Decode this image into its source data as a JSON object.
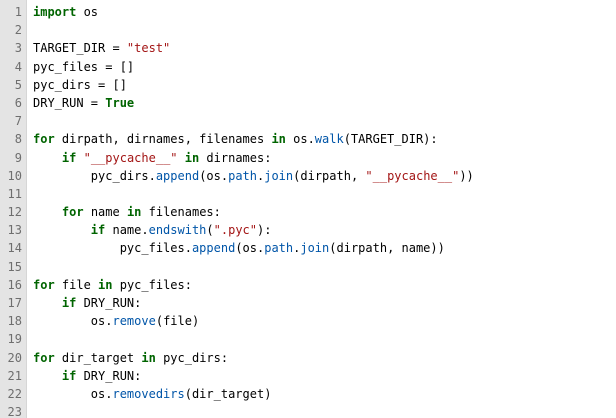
{
  "editor": {
    "colors": {
      "keyword": "#006400",
      "string": "#a31515",
      "function": "#0055a8",
      "plain": "#000000",
      "line_number": "#6e6e6e",
      "gutter": "#e4e4e4"
    },
    "lines": [
      {
        "n": "1",
        "tokens": [
          {
            "t": "kw",
            "v": "import"
          },
          {
            "t": "plain",
            "v": " os"
          }
        ]
      },
      {
        "n": "2",
        "tokens": []
      },
      {
        "n": "3",
        "tokens": [
          {
            "t": "plain",
            "v": "TARGET_DIR = "
          },
          {
            "t": "str",
            "v": "\"test\""
          }
        ]
      },
      {
        "n": "4",
        "tokens": [
          {
            "t": "plain",
            "v": "pyc_files = []"
          }
        ]
      },
      {
        "n": "5",
        "tokens": [
          {
            "t": "plain",
            "v": "pyc_dirs = []"
          }
        ]
      },
      {
        "n": "6",
        "tokens": [
          {
            "t": "plain",
            "v": "DRY_RUN = "
          },
          {
            "t": "kw",
            "v": "True"
          }
        ]
      },
      {
        "n": "7",
        "tokens": []
      },
      {
        "n": "8",
        "tokens": [
          {
            "t": "kw",
            "v": "for"
          },
          {
            "t": "plain",
            "v": " dirpath, dirnames, filenames "
          },
          {
            "t": "kw",
            "v": "in"
          },
          {
            "t": "plain",
            "v": " os."
          },
          {
            "t": "fn",
            "v": "walk"
          },
          {
            "t": "plain",
            "v": "(TARGET_DIR):"
          }
        ]
      },
      {
        "n": "9",
        "tokens": [
          {
            "t": "plain",
            "v": "    "
          },
          {
            "t": "kw",
            "v": "if"
          },
          {
            "t": "plain",
            "v": " "
          },
          {
            "t": "str",
            "v": "\"__pycache__\""
          },
          {
            "t": "plain",
            "v": " "
          },
          {
            "t": "kw",
            "v": "in"
          },
          {
            "t": "plain",
            "v": " dirnames:"
          }
        ]
      },
      {
        "n": "10",
        "tokens": [
          {
            "t": "plain",
            "v": "        pyc_dirs."
          },
          {
            "t": "fn",
            "v": "append"
          },
          {
            "t": "plain",
            "v": "(os."
          },
          {
            "t": "fn",
            "v": "path"
          },
          {
            "t": "plain",
            "v": "."
          },
          {
            "t": "fn",
            "v": "join"
          },
          {
            "t": "plain",
            "v": "(dirpath, "
          },
          {
            "t": "str",
            "v": "\"__pycache__\""
          },
          {
            "t": "plain",
            "v": "))"
          }
        ]
      },
      {
        "n": "11",
        "tokens": []
      },
      {
        "n": "12",
        "tokens": [
          {
            "t": "plain",
            "v": "    "
          },
          {
            "t": "kw",
            "v": "for"
          },
          {
            "t": "plain",
            "v": " name "
          },
          {
            "t": "kw",
            "v": "in"
          },
          {
            "t": "plain",
            "v": " filenames:"
          }
        ]
      },
      {
        "n": "13",
        "tokens": [
          {
            "t": "plain",
            "v": "        "
          },
          {
            "t": "kw",
            "v": "if"
          },
          {
            "t": "plain",
            "v": " name."
          },
          {
            "t": "fn",
            "v": "endswith"
          },
          {
            "t": "plain",
            "v": "("
          },
          {
            "t": "str",
            "v": "\".pyc\""
          },
          {
            "t": "plain",
            "v": "):"
          }
        ]
      },
      {
        "n": "14",
        "tokens": [
          {
            "t": "plain",
            "v": "            pyc_files."
          },
          {
            "t": "fn",
            "v": "append"
          },
          {
            "t": "plain",
            "v": "(os."
          },
          {
            "t": "fn",
            "v": "path"
          },
          {
            "t": "plain",
            "v": "."
          },
          {
            "t": "fn",
            "v": "join"
          },
          {
            "t": "plain",
            "v": "(dirpath, name))"
          }
        ]
      },
      {
        "n": "15",
        "tokens": []
      },
      {
        "n": "16",
        "tokens": [
          {
            "t": "kw",
            "v": "for"
          },
          {
            "t": "plain",
            "v": " file "
          },
          {
            "t": "kw",
            "v": "in"
          },
          {
            "t": "plain",
            "v": " pyc_files:"
          }
        ]
      },
      {
        "n": "17",
        "tokens": [
          {
            "t": "plain",
            "v": "    "
          },
          {
            "t": "kw",
            "v": "if"
          },
          {
            "t": "plain",
            "v": " DRY_RUN:"
          }
        ]
      },
      {
        "n": "18",
        "tokens": [
          {
            "t": "plain",
            "v": "        os."
          },
          {
            "t": "fn",
            "v": "remove"
          },
          {
            "t": "plain",
            "v": "(file)"
          }
        ]
      },
      {
        "n": "19",
        "tokens": []
      },
      {
        "n": "20",
        "tokens": [
          {
            "t": "kw",
            "v": "for"
          },
          {
            "t": "plain",
            "v": " dir_target "
          },
          {
            "t": "kw",
            "v": "in"
          },
          {
            "t": "plain",
            "v": " pyc_dirs:"
          }
        ]
      },
      {
        "n": "21",
        "tokens": [
          {
            "t": "plain",
            "v": "    "
          },
          {
            "t": "kw",
            "v": "if"
          },
          {
            "t": "plain",
            "v": " DRY_RUN:"
          }
        ]
      },
      {
        "n": "22",
        "tokens": [
          {
            "t": "plain",
            "v": "        os."
          },
          {
            "t": "fn",
            "v": "removedirs"
          },
          {
            "t": "plain",
            "v": "(dir_target)"
          }
        ]
      },
      {
        "n": "23",
        "tokens": []
      }
    ]
  }
}
